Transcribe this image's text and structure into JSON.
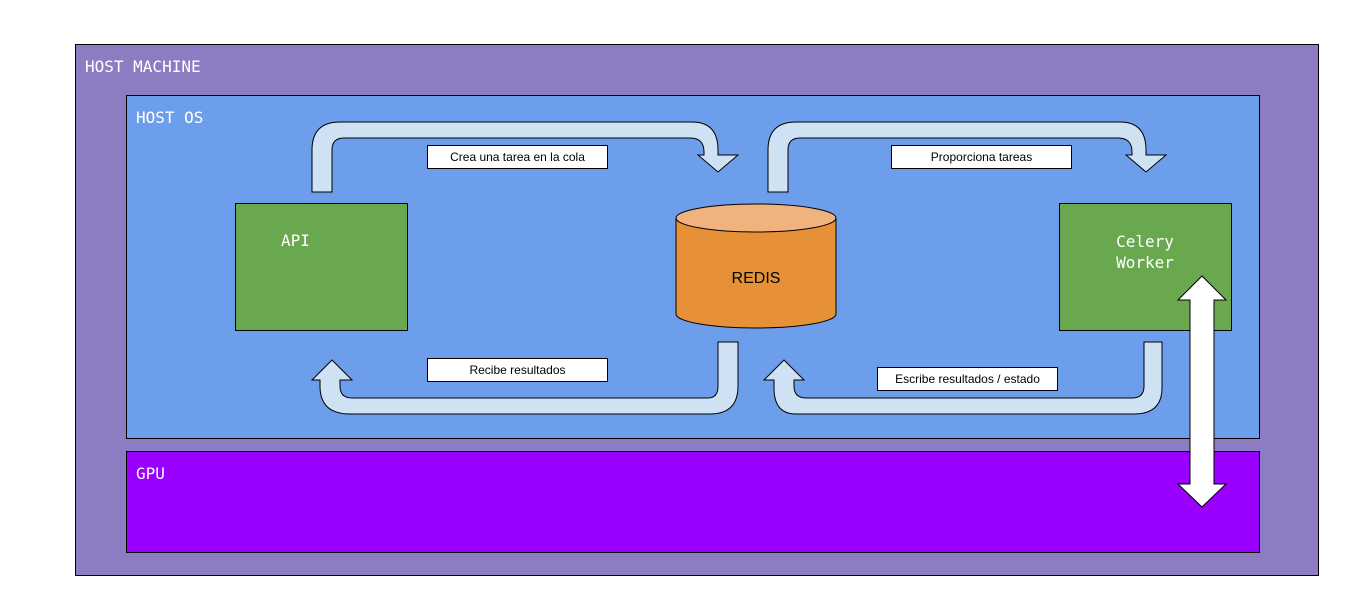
{
  "host_machine": {
    "title": "HOST MACHINE",
    "color": "#8e7cc3"
  },
  "host_os": {
    "title": "HOST OS",
    "color": "#6d9eeb"
  },
  "gpu": {
    "title": "GPU",
    "color": "#9900ff"
  },
  "api": {
    "label": "API",
    "color": "#6aa84f"
  },
  "redis": {
    "label": "REDIS",
    "color": "#e69138",
    "top_color": "#f0b37e"
  },
  "worker": {
    "line1": "Celery",
    "line2": "Worker",
    "color": "#6aa84f"
  },
  "arrows": {
    "color": "#cfe2f3",
    "crea": "Crea una tarea en la cola",
    "proporciona": "Proporciona tareas",
    "recibe": "Recibe resultados",
    "escribe": "Escribe resultados / estado"
  }
}
